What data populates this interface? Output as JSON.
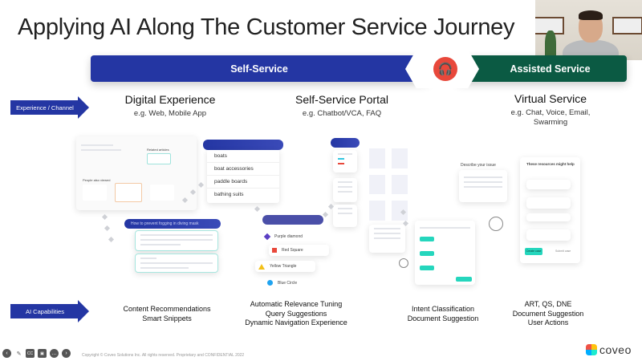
{
  "slide": {
    "title": "Applying AI Along The Customer Service Journey",
    "band": {
      "self_service": "Self-Service",
      "assisted_service": "Assisted Service",
      "center_icon": "headset-icon"
    },
    "row_labels": {
      "experience": "Experience / Channel",
      "ai": "AI Capabilities"
    },
    "columns": [
      {
        "heading": "Digital Experience",
        "sub": [
          "e.g. Web, Mobile App"
        ],
        "capabilities": [
          "Content Recommendations",
          "Smart Snippets"
        ]
      },
      {
        "heading": "Self-Service Portal",
        "sub": [
          "e.g. Chatbot/VCA, FAQ"
        ],
        "capabilities": [
          "Automatic Relevance Tuning",
          "Query Suggestions",
          "Dynamic Navigation Experience"
        ]
      },
      {
        "heading": "Virtual Service",
        "sub": [
          "e.g. Chat, Voice, Email,",
          "Swarming"
        ],
        "capabilities": [
          "ART, QS, DNE",
          "Document Suggestion",
          "User Actions"
        ]
      }
    ],
    "intent_capabilities": [
      "Intent Classification",
      "Document Suggestion"
    ],
    "mockups": {
      "related_articles": "Related articles",
      "people_viewed": "People also viewed",
      "search_query": "How to prevent fogging in diving mask",
      "suggestions": [
        "boats",
        "boat accessories",
        "paddle boards",
        "bathing suits"
      ],
      "shapes": [
        "Purple diamond",
        "Red Square",
        "Yellow Triangle",
        "Blue Circle"
      ],
      "describe_issue": "Describe your issue",
      "resources_help": "These resources might help",
      "create_case": "Create case",
      "submit_case": "Submit case"
    },
    "footer": "Copyright © Coveo Solutions Inc. All rights reserved. Proprietary and CONFIDENTIAL 2022",
    "logo": "coveo"
  },
  "colors": {
    "blue": "#2436a3",
    "green": "#0b5a43",
    "red": "#e8483b",
    "teal": "#25d6bd"
  }
}
